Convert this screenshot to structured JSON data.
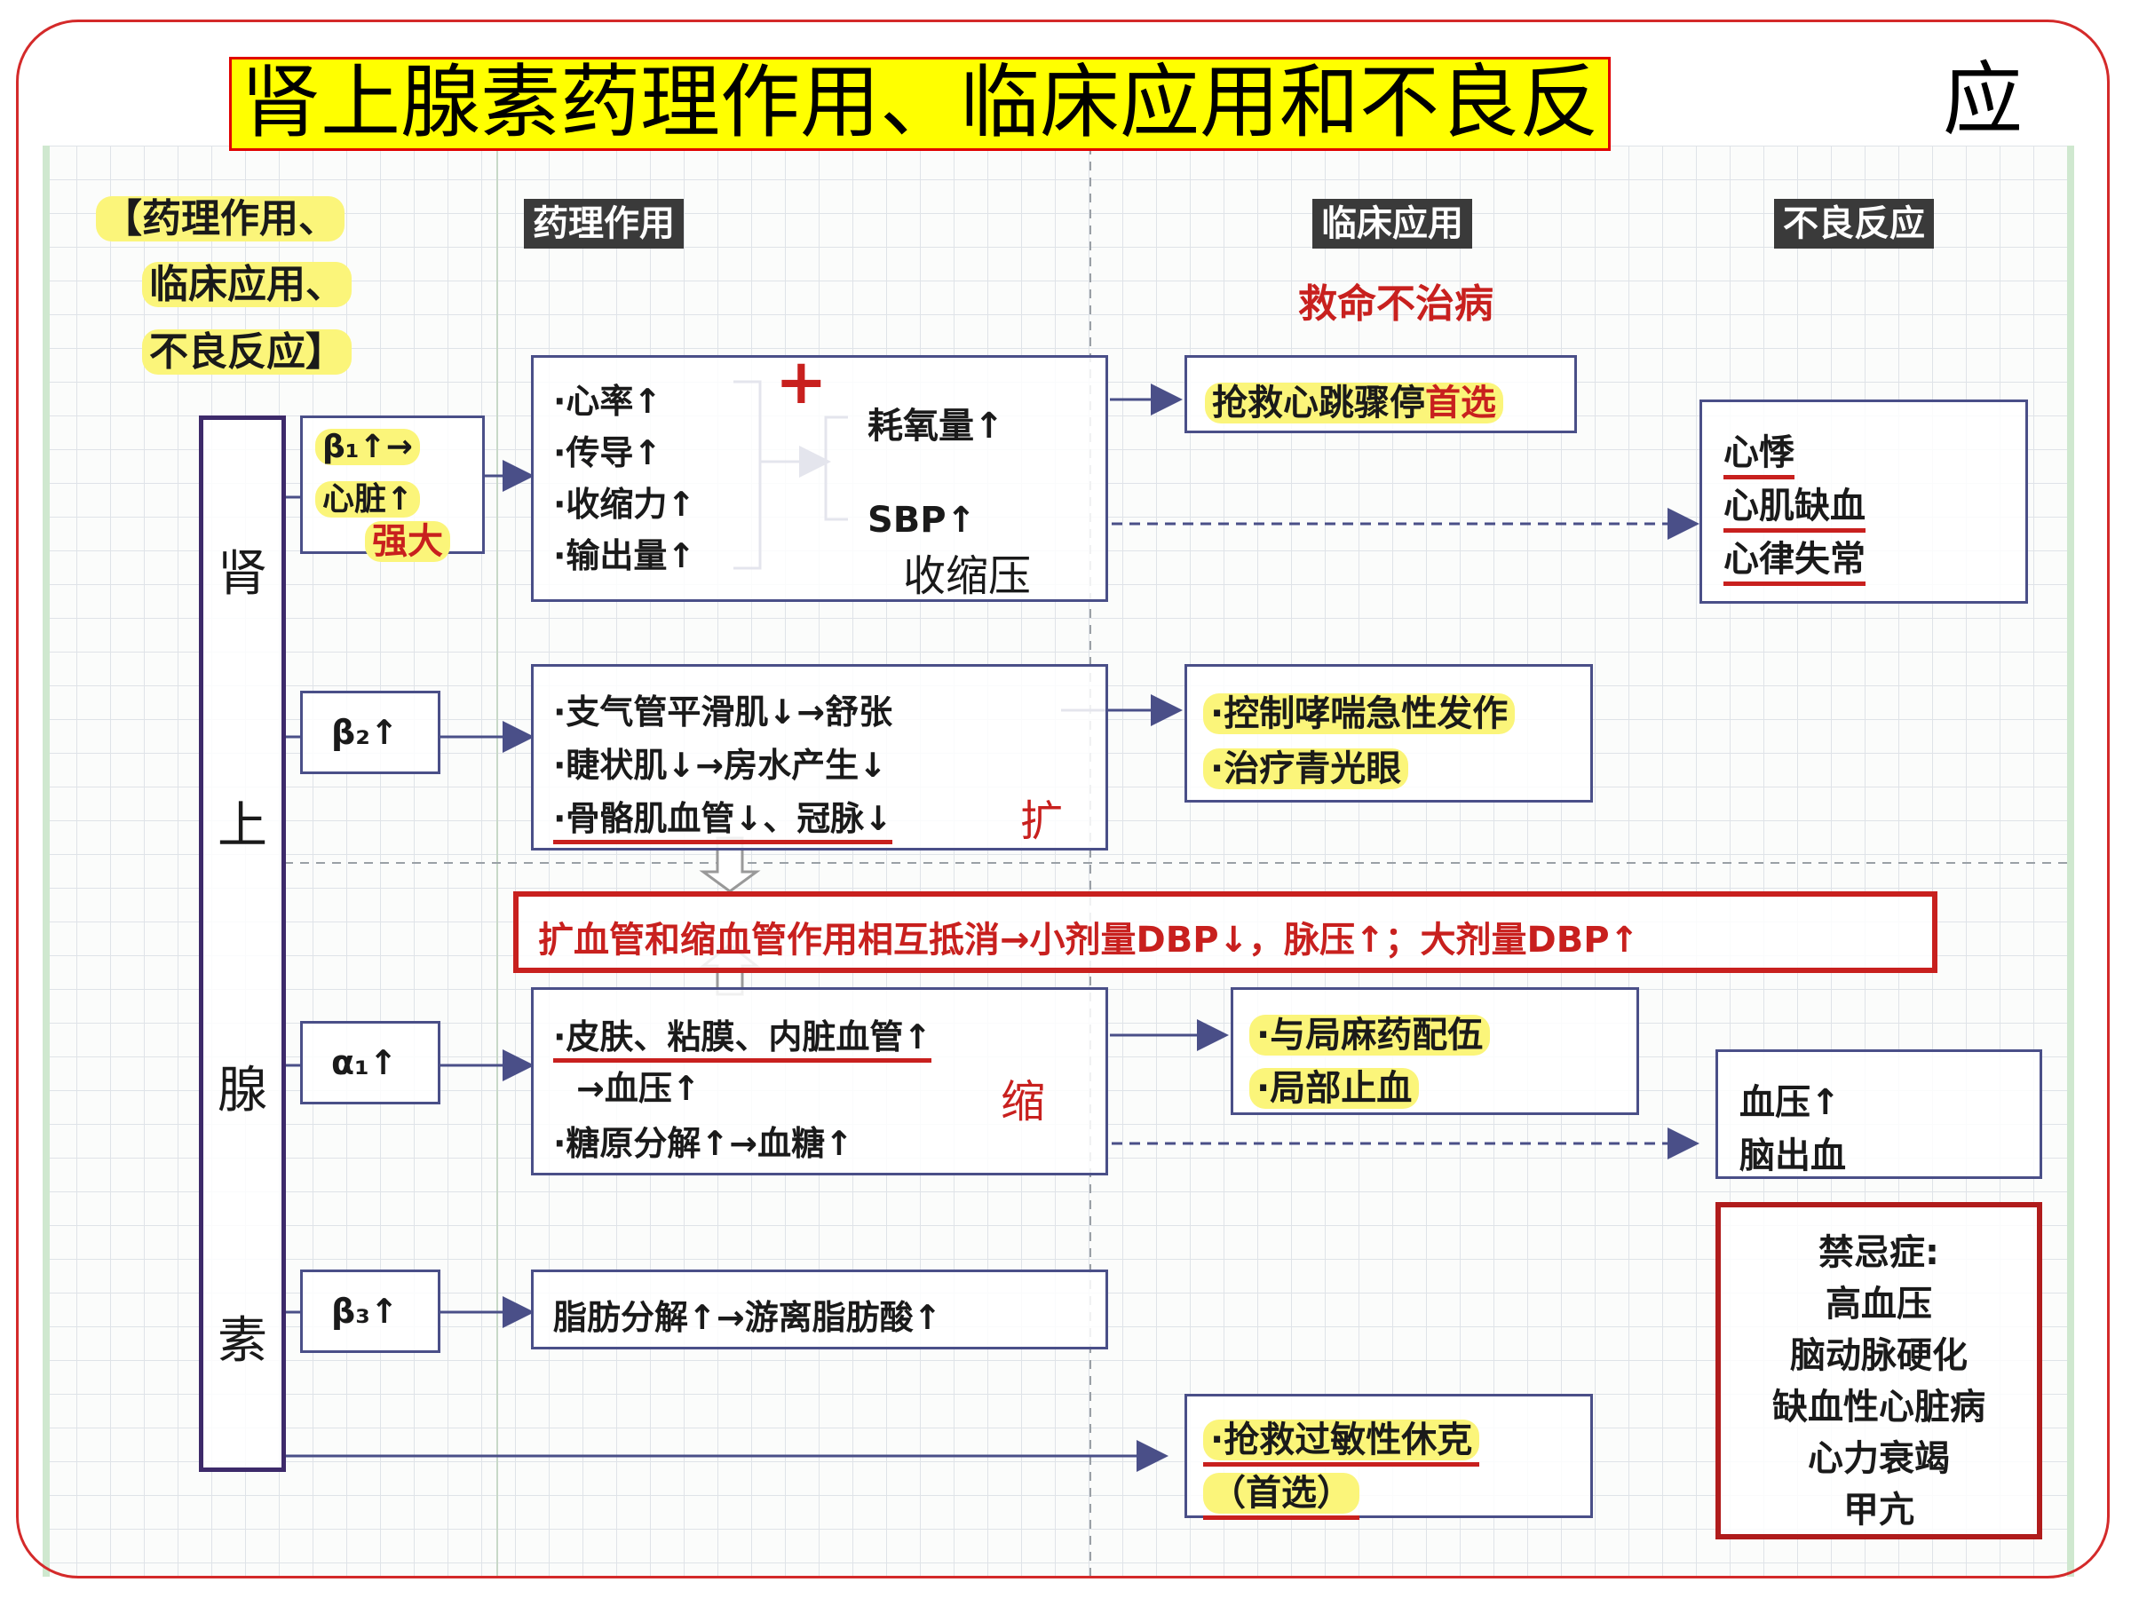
{
  "title": "肾上腺素药理作用、临床应用和不良反",
  "title_tail": "应",
  "note": {
    "line1": "【药理作用、",
    "line2": "临床应用、",
    "line3": "不良反应】"
  },
  "headers": {
    "pharm": "药理作用",
    "clinical": "临床应用",
    "adverse": "不良反应",
    "slogan": "救命不治病"
  },
  "drug_chars": [
    "肾",
    "上",
    "腺",
    "素"
  ],
  "beta1": {
    "label": "β₁↑→",
    "heart": "心脏↑",
    "strong": "强大",
    "effects": [
      "·心率↑",
      "·传导↑",
      "·收缩力↑",
      "·输出量↑"
    ],
    "plus": "+",
    "oxygen": "耗氧量↑",
    "sbp": "SBP↑",
    "sbp_cn": "收缩压",
    "clinical_a": "抢救心跳骤停",
    "clinical_b": "首选",
    "adverse": [
      "心悸",
      "心肌缺血",
      "心律失常"
    ]
  },
  "beta2": {
    "label": "β₂↑",
    "effects": [
      "·支气管平滑肌↓→舒张",
      "·睫状肌↓→房水产生↓",
      "·骨骼肌血管↓、冠脉↓"
    ],
    "expand": "扩",
    "clinical": [
      "·控制哮喘急性发作",
      "·治疗青光眼"
    ]
  },
  "bp_note": "扩血管和缩血管作用相互抵消→小剂量DBP↓，脉压↑；大剂量DBP↑",
  "alpha1": {
    "label": "α₁↑",
    "effects": [
      "·皮肤、粘膜、内脏血管↑",
      "→血压↑",
      "·糖原分解↑→血糖↑"
    ],
    "shrink": "缩",
    "clinical": [
      "·与局麻药配伍",
      "·局部止血"
    ],
    "adverse": [
      "血压↑",
      "脑出血"
    ]
  },
  "contra": {
    "title": "禁忌症:",
    "items": [
      "高血压",
      "脑动脉硬化",
      "缺血性心脏病",
      "心力衰竭",
      "甲亢"
    ]
  },
  "beta3": {
    "label": "β₃↑",
    "effect": "脂肪分解↑→游离脂肪酸↑"
  },
  "anaphylaxis": {
    "line1": "·抢救过敏性休克",
    "line2": "（首选）"
  },
  "colors": {
    "accent_red": "#c8201e",
    "box_blue": "#4a4f88",
    "highlight": "#fbf57a"
  }
}
